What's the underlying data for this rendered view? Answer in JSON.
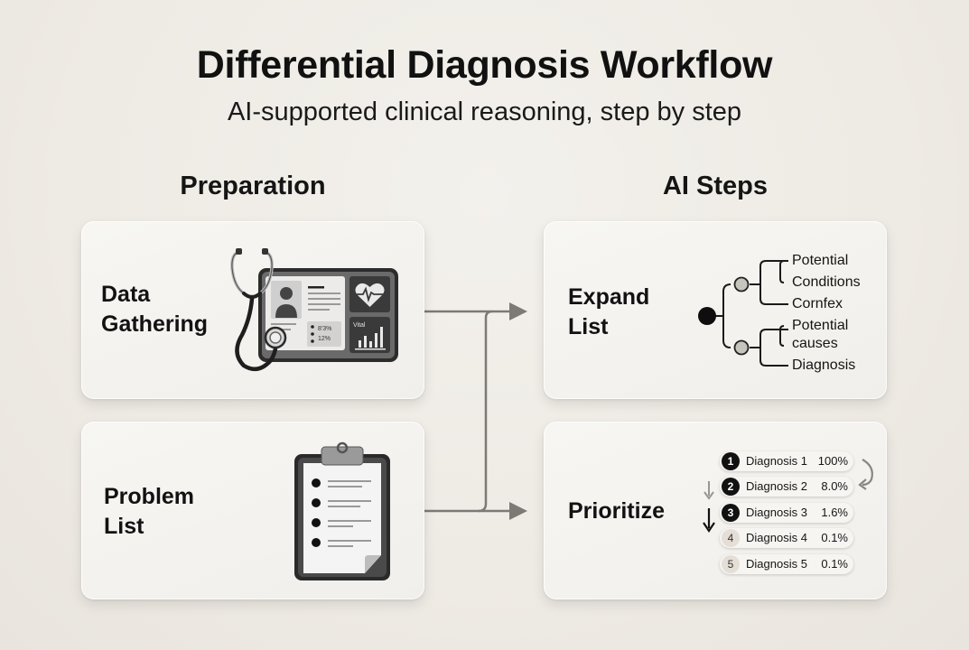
{
  "header": {
    "title": "Differential Diagnosis Workflow",
    "subtitle": "AI-supported clinical reasoning, step by step"
  },
  "sections": {
    "preparation": "Preparation",
    "ai_steps": "AI Steps"
  },
  "cards": {
    "data_gathering": {
      "line1": "Data",
      "line2": "Gathering",
      "icon": "stethoscope-tablet-icon",
      "tablet": {
        "stat1": "8'3%",
        "stat2": "12%",
        "vital_label": "Vital"
      }
    },
    "problem_list": {
      "line1": "Problem",
      "line2": "List",
      "icon": "clipboard-icon"
    },
    "expand_list": {
      "line1": "Expand",
      "line2": "List",
      "tree": {
        "branch1": [
          "Potential",
          "Conditions",
          "Cornfex"
        ],
        "branch2": [
          "Potential",
          "causes",
          "Diagnosis"
        ]
      }
    },
    "prioritize": {
      "label": "Prioritize",
      "rankings": [
        {
          "rank": "1",
          "name": "Diagnosis 1",
          "value": "100%",
          "style": "dark"
        },
        {
          "rank": "2",
          "name": "Diagnosis 2",
          "value": "8.0%",
          "style": "dark"
        },
        {
          "rank": "3",
          "name": "Diagnosis 3",
          "value": "1.6%",
          "style": "dark"
        },
        {
          "rank": "4",
          "name": "Diagnosis 4",
          "value": "0.1%",
          "style": "light"
        },
        {
          "rank": "5",
          "name": "Diagnosis 5",
          "value": "0.1%",
          "style": "light"
        }
      ]
    }
  },
  "colors": {
    "background": "#efebe5",
    "card": "#f5f4f1",
    "connector": "#7d7974",
    "ink": "#111111"
  }
}
